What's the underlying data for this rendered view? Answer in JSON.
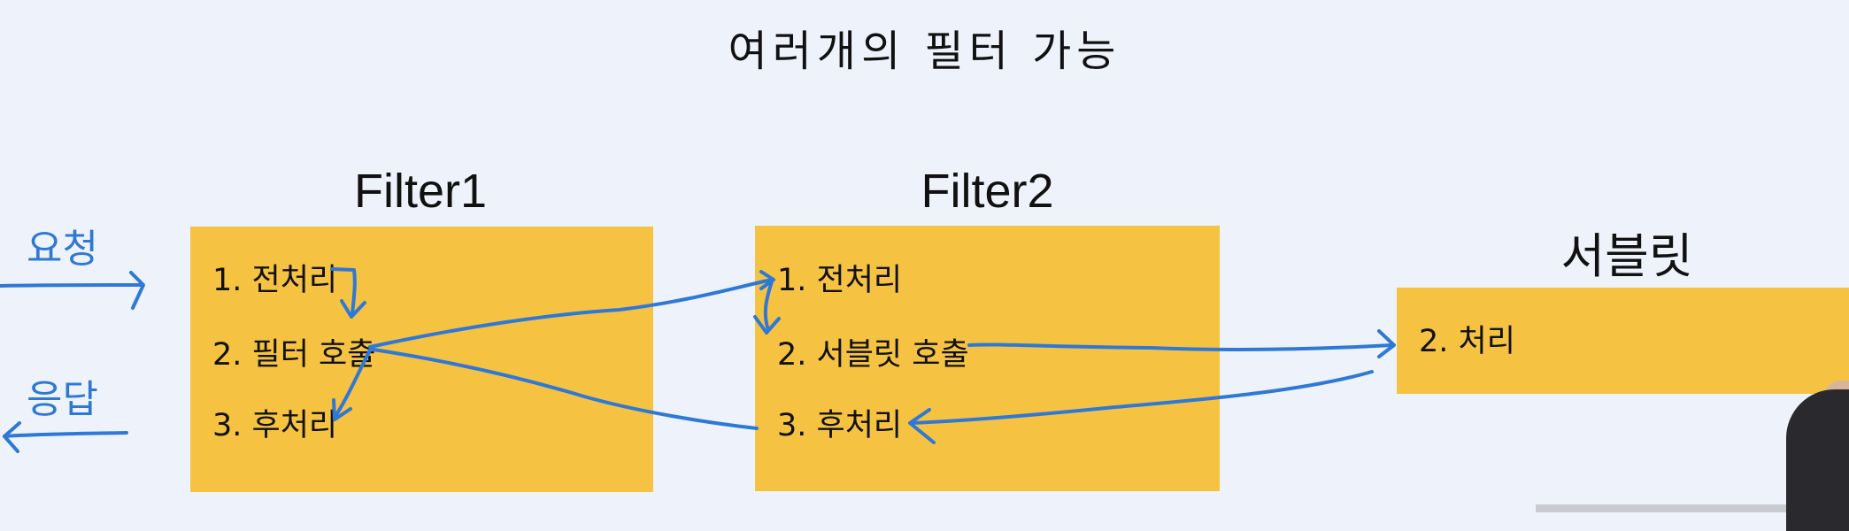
{
  "title": "여러개의 필터 가능",
  "labels": {
    "request": "요청",
    "response": "응답"
  },
  "filter1": {
    "title": "Filter1",
    "steps": [
      "1. 전처리",
      "2. 필터 호출",
      "3. 후처리"
    ]
  },
  "filter2": {
    "title": "Filter2",
    "steps": [
      "1. 전처리",
      "2. 서블릿 호출",
      "3. 후처리"
    ]
  },
  "servlet": {
    "title": "서블릿",
    "steps": [
      "2. 처리"
    ]
  },
  "colors": {
    "box": "#f5c242",
    "arrow": "#2f78d6",
    "background": "#eef3fb"
  }
}
